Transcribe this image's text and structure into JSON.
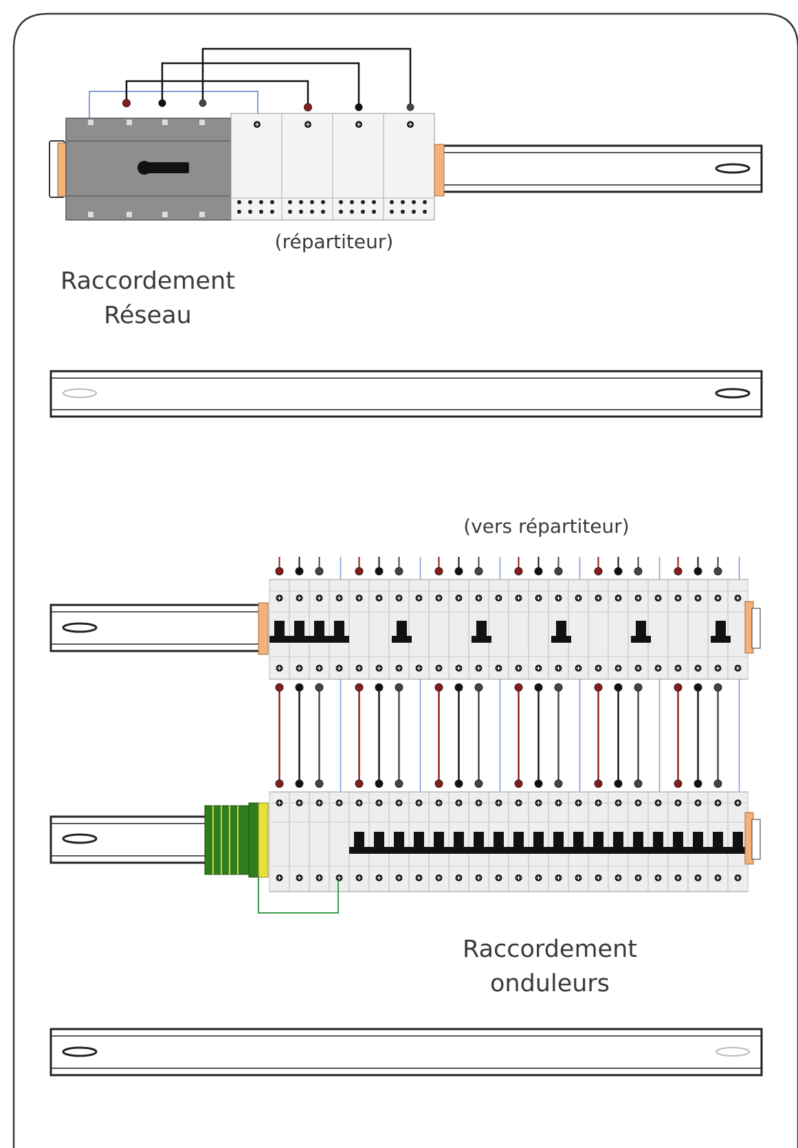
{
  "labels": {
    "repartiteur": "(répartiteur)",
    "raccordement_reseau_line1": "Raccordement",
    "raccordement_reseau_line2": "Réseau",
    "vers_repartiteur": "(vers répartiteur)",
    "raccordement_onduleurs_line1": "Raccordement",
    "raccordement_onduleurs_line2": "onduleurs"
  },
  "colors": {
    "wire_brown": "#8b1a1a",
    "wire_black": "#111111",
    "wire_grey": "#444444",
    "wire_blue": "#7f9fd6",
    "wire_green": "#3d9a4a",
    "switch_body": "#8e8e8e",
    "module_body": "#eeeeee",
    "rail_end": "#f2b27a",
    "earth_block": "#2e7d1e",
    "earth_yellow": "#e8e03a"
  },
  "icons": [
    "din-rail",
    "rail-slot",
    "isolator-switch",
    "distribution-block",
    "circuit-breaker",
    "earth-terminal-block",
    "terminal-screw"
  ],
  "phase_cycle": [
    "brown",
    "black",
    "grey",
    "blue"
  ],
  "circuits_per_row": 24
}
